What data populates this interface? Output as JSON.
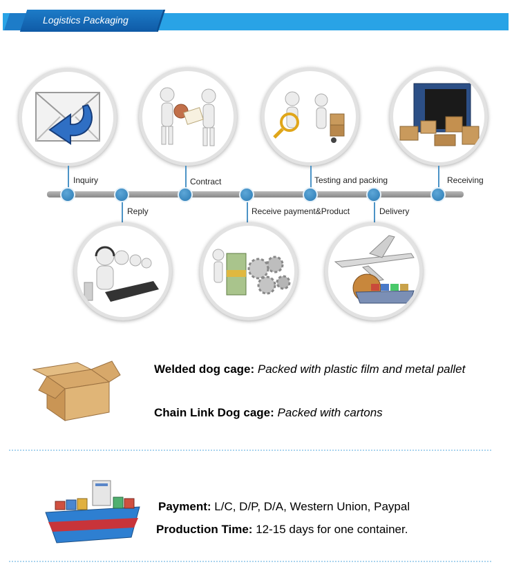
{
  "header": {
    "title": "Logistics Packaging"
  },
  "process": {
    "steps": [
      {
        "label": "Inquiry"
      },
      {
        "label": "Reply"
      },
      {
        "label": "Contract"
      },
      {
        "label": "Receive payment&Product"
      },
      {
        "label": "Testing and packing"
      },
      {
        "label": "Delivery"
      },
      {
        "label": "Receiving"
      }
    ]
  },
  "packaging": {
    "welded_label": "Welded dog cage:",
    "welded_value": "Packed with plastic film and metal pallet",
    "chain_label": "Chain Link Dog cage:",
    "chain_value": "Packed with cartons"
  },
  "terms": {
    "payment_label": "Payment:",
    "payment_value": "L/C, D/P, D/A, Western Union, Paypal",
    "production_label": "Production Time:",
    "production_value": "12-15 days for one container."
  },
  "colors": {
    "banner": "#29a3e6",
    "banner_tab": "#1d7cc8",
    "node": "#2b7ab3",
    "dots": "#8cc4e8"
  }
}
